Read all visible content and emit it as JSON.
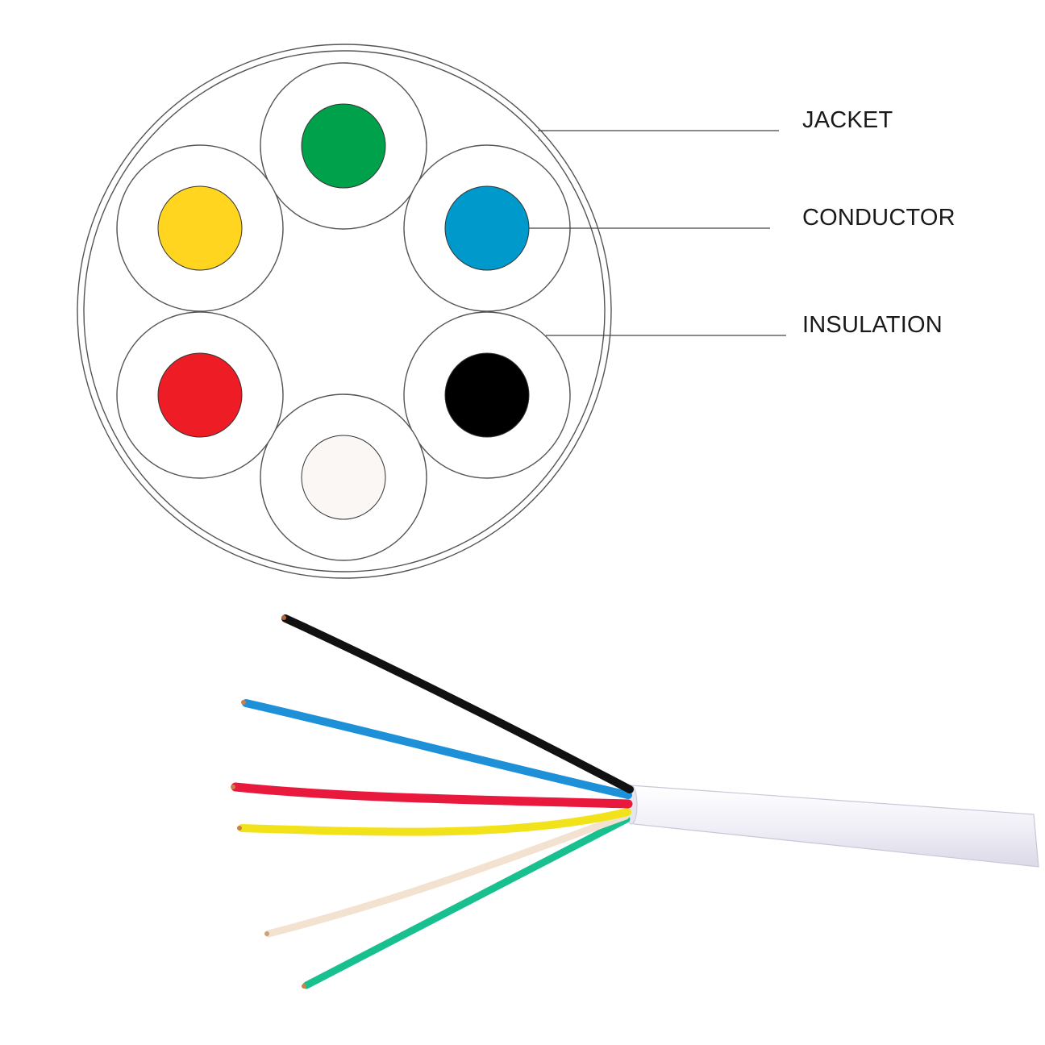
{
  "labels": {
    "jacket": "JACKET",
    "conductor": "CONDUCTOR",
    "insulation": "INSULATION"
  },
  "colors": {
    "green": "#00A14B",
    "blue": "#0099CC",
    "yellow": "#FFD520",
    "red": "#EE1C25",
    "black": "#000000",
    "white": "#FBF7F5",
    "outline": "#555555",
    "cable_jacket": "#EFEDF5"
  },
  "conductors": [
    {
      "name": "green",
      "color": "#00A14B"
    },
    {
      "name": "blue",
      "color": "#0099CC"
    },
    {
      "name": "black",
      "color": "#000000"
    },
    {
      "name": "white",
      "color": "#FBF7F5"
    },
    {
      "name": "red",
      "color": "#EE1C25"
    },
    {
      "name": "yellow",
      "color": "#FFD520"
    }
  ],
  "wires": [
    {
      "name": "black",
      "color": "#111111"
    },
    {
      "name": "blue",
      "color": "#1E90D8"
    },
    {
      "name": "red",
      "color": "#E8193C"
    },
    {
      "name": "yellow",
      "color": "#F2E21A"
    },
    {
      "name": "white",
      "color": "#F3E2CF"
    },
    {
      "name": "green",
      "color": "#19C08F"
    }
  ]
}
